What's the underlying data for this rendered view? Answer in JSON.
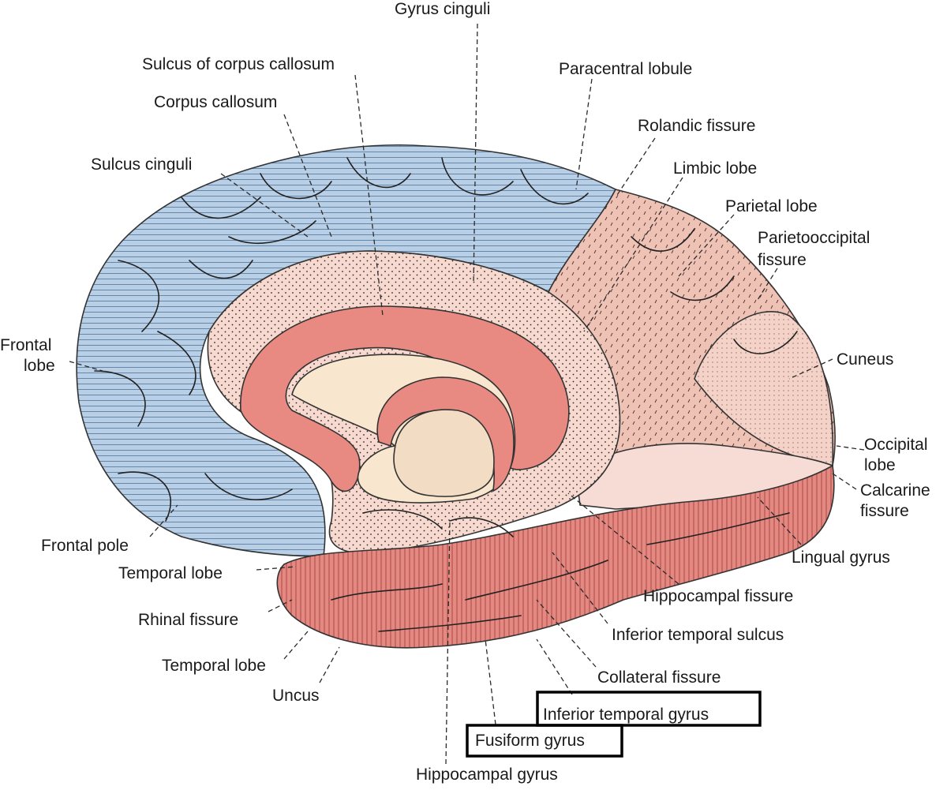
{
  "labels": {
    "gyrus_cinguli": "Gyrus cinguli",
    "sulcus_corpus_callosum": "Sulcus of corpus callosum",
    "paracentral_lobule": "Paracentral lobule",
    "corpus_callosum": "Corpus callosum",
    "rolandic_fissure": "Rolandic fissure",
    "sulcus_cinguli": "Sulcus cinguli",
    "limbic_lobe": "Limbic lobe",
    "parietal_lobe": "Parietal lobe",
    "parietooccipital_1": "Parietooccipital",
    "parietooccipital_2": "fissure",
    "frontal_lobe_1": "Frontal",
    "frontal_lobe_2": "lobe",
    "cuneus": "Cuneus",
    "occipital_1": "Occipital",
    "occipital_2": "lobe",
    "calcarine_1": "Calcarine",
    "calcarine_2": "fissure",
    "frontal_pole": "Frontal pole",
    "temporal_lobe_upper": "Temporal lobe",
    "lingual_gyrus": "Lingual gyrus",
    "hippocampal_fissure": "Hippocampal fissure",
    "rhinal_fissure": "Rhinal fissure",
    "inferior_temporal_sulcus": "Inferior temporal sulcus",
    "temporal_lobe_lower": "Temporal lobe",
    "collateral_fissure": "Collateral fissure",
    "uncus": "Uncus",
    "inferior_temporal_gyrus": "Inferior temporal gyrus",
    "fusiform_gyrus": "Fusiform gyrus",
    "hippocampal_gyrus": "Hippocampal gyrus"
  },
  "colors": {
    "frontal": "#b9cfe6",
    "limbic": "#f7d9cf",
    "parietal": "#efc2b6",
    "temporal": "#e48882",
    "corpus_callosum": "#e98a82",
    "thalamus": "#f8e6cf",
    "highlight_box": "#000000"
  }
}
